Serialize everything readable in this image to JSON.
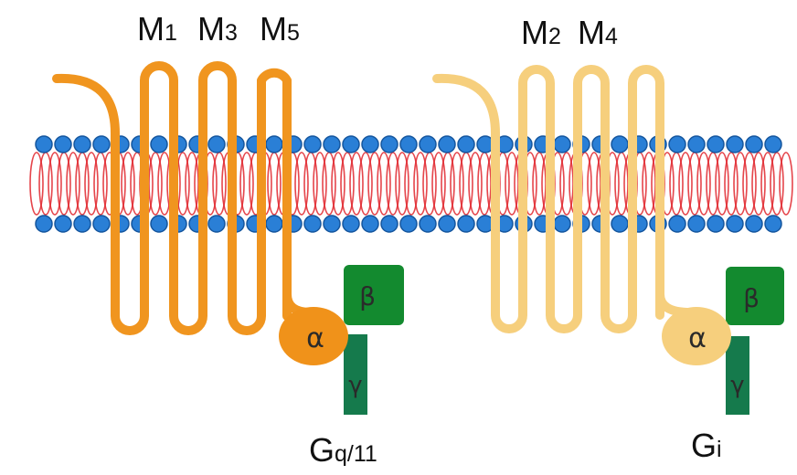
{
  "colors": {
    "background": "#ffffff",
    "head_blue": "#2a7fd6",
    "head_blue_edge": "#15569e",
    "tail_red": "#e0252b",
    "receptor_left": "#f0951f",
    "receptor_right": "#f6cf7d",
    "alpha_left": "#f0921a",
    "alpha_right": "#f6cf7d",
    "beta_green": "#138a2f",
    "gamma_green": "#157a4c"
  },
  "receptors": {
    "left": {
      "labels": [
        {
          "main": "M",
          "sub": "1"
        },
        {
          "main": "M",
          "sub": "3"
        },
        {
          "main": "M",
          "sub": "5"
        }
      ],
      "gprotein": {
        "main": "G",
        "sub": "q/11"
      },
      "alpha": "α",
      "beta": "β",
      "gamma": "γ"
    },
    "right": {
      "labels": [
        {
          "main": "M",
          "sub": "2"
        },
        {
          "main": "M",
          "sub": "4"
        }
      ],
      "gprotein": {
        "main": "G",
        "sub": "i"
      },
      "alpha": "α",
      "beta": "β",
      "gamma": "γ"
    }
  }
}
